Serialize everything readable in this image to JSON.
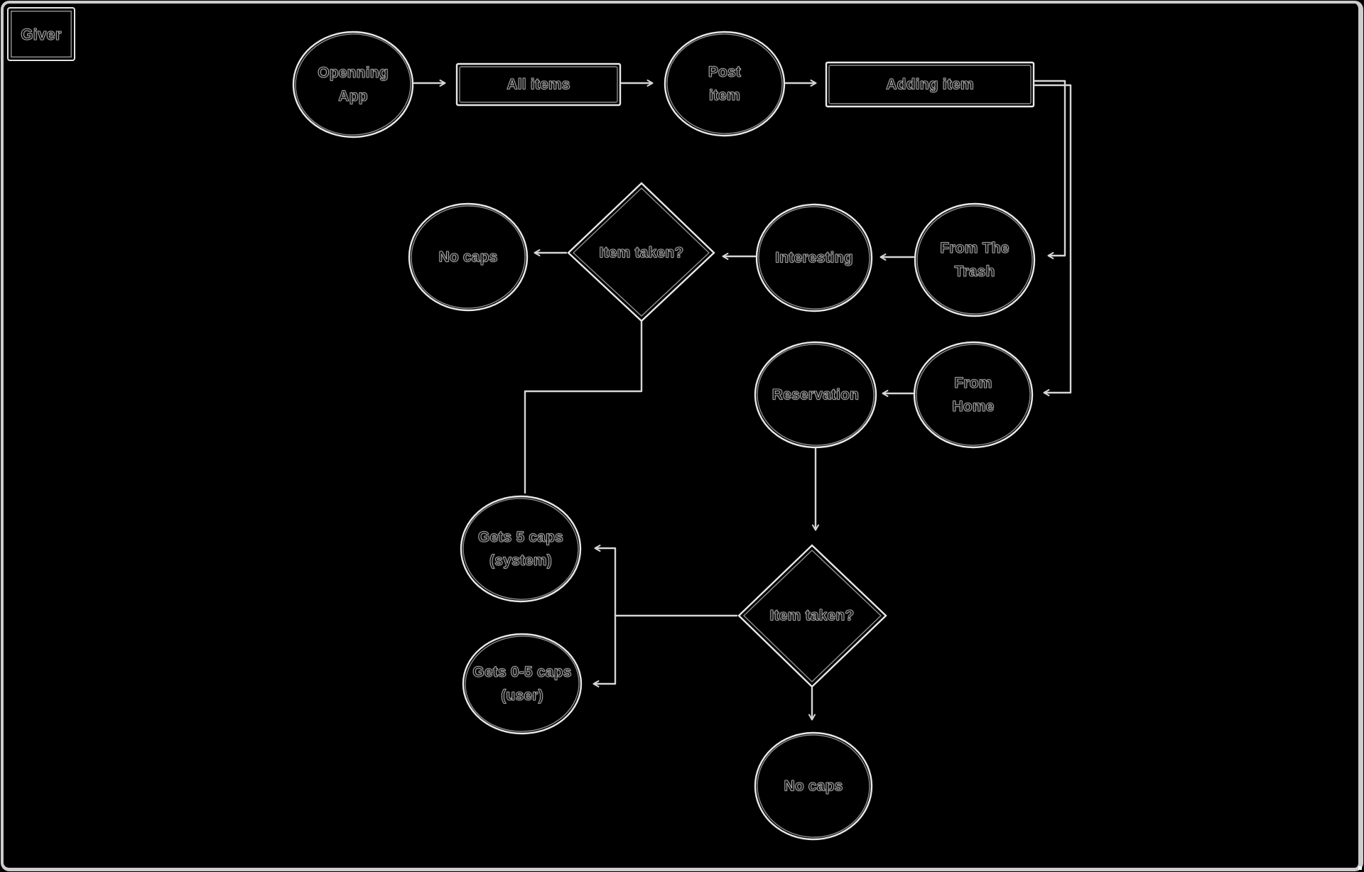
{
  "app": {
    "frame_label": "Giver"
  },
  "colors": {
    "background": "#000000",
    "shape_stroke": "#e9e9e9",
    "shape_stroke_shadow": "#8d8d8d",
    "connector": "#d6d6d6",
    "label_text": "#0c0c0c",
    "label_halo": "#ffffff",
    "frame_border": "#cdcdcd"
  },
  "diagram": {
    "nodes": [
      {
        "id": "openning-app",
        "shape": "circle",
        "label": "Openning\nApp"
      },
      {
        "id": "all-items",
        "shape": "rectangle",
        "label": "All items"
      },
      {
        "id": "post-item",
        "shape": "circle",
        "label": "Post\nitem"
      },
      {
        "id": "adding-item",
        "shape": "rectangle",
        "label": "Adding item"
      },
      {
        "id": "no-caps-top",
        "shape": "circle",
        "label": "No caps"
      },
      {
        "id": "item-taken-1",
        "shape": "diamond",
        "label": "Item taken?"
      },
      {
        "id": "interesting",
        "shape": "circle",
        "label": "Interesting"
      },
      {
        "id": "from-the-trash",
        "shape": "circle",
        "label": "From The\nTrash"
      },
      {
        "id": "reservation",
        "shape": "circle",
        "label": "Reservation"
      },
      {
        "id": "from-home",
        "shape": "circle",
        "label": "From\nHome"
      },
      {
        "id": "gets-5-caps",
        "shape": "circle",
        "label": "Gets 5 caps\n(system)"
      },
      {
        "id": "gets-0-5-caps",
        "shape": "circle",
        "label": "Gets 0-5 caps\n(user)"
      },
      {
        "id": "item-taken-2",
        "shape": "diamond",
        "label": "Item taken?"
      },
      {
        "id": "no-caps-bottom",
        "shape": "circle",
        "label": "No caps"
      }
    ],
    "edges": [
      {
        "from": "openning-app",
        "to": "all-items"
      },
      {
        "from": "all-items",
        "to": "post-item"
      },
      {
        "from": "post-item",
        "to": "adding-item"
      },
      {
        "from": "adding-item",
        "to": "from-the-trash"
      },
      {
        "from": "adding-item",
        "to": "from-home"
      },
      {
        "from": "from-the-trash",
        "to": "interesting"
      },
      {
        "from": "interesting",
        "to": "item-taken-1"
      },
      {
        "from": "item-taken-1",
        "to": "no-caps-top"
      },
      {
        "from": "item-taken-1",
        "to": "gets-5-caps"
      },
      {
        "from": "from-home",
        "to": "reservation"
      },
      {
        "from": "reservation",
        "to": "item-taken-2"
      },
      {
        "from": "item-taken-2",
        "to": "gets-5-caps"
      },
      {
        "from": "item-taken-2",
        "to": "gets-0-5-caps"
      },
      {
        "from": "item-taken-2",
        "to": "no-caps-bottom"
      }
    ]
  }
}
